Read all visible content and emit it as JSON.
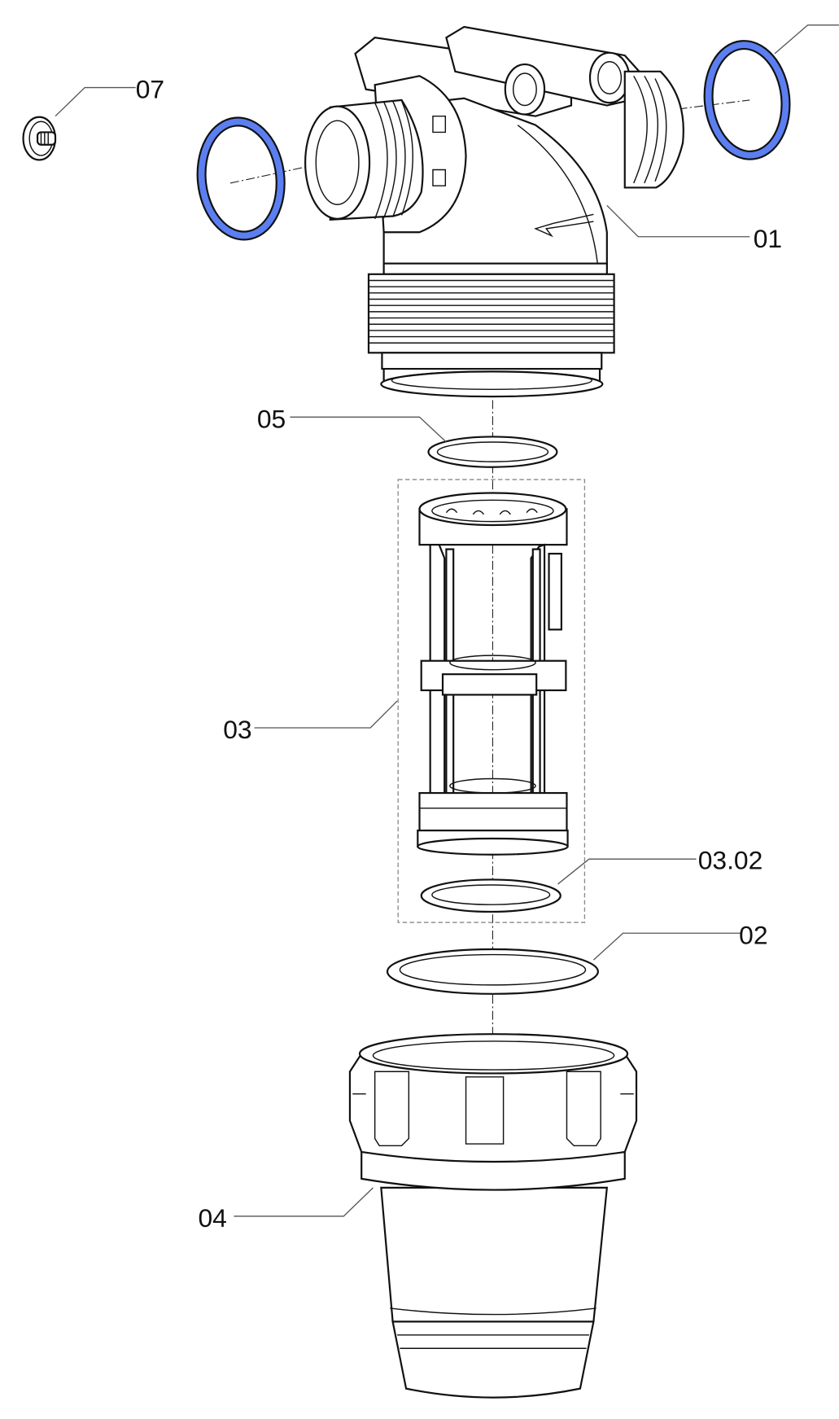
{
  "diagram": {
    "type": "exploded-parts-view",
    "accent_color": "#5b7ff0",
    "callouts": [
      {
        "id": "07",
        "label": "07"
      },
      {
        "id": "01",
        "label": "01"
      },
      {
        "id": "05",
        "label": "05"
      },
      {
        "id": "03",
        "label": "03"
      },
      {
        "id": "03.02",
        "label": "03.02"
      },
      {
        "id": "02",
        "label": "02"
      },
      {
        "id": "04",
        "label": "04"
      }
    ]
  }
}
